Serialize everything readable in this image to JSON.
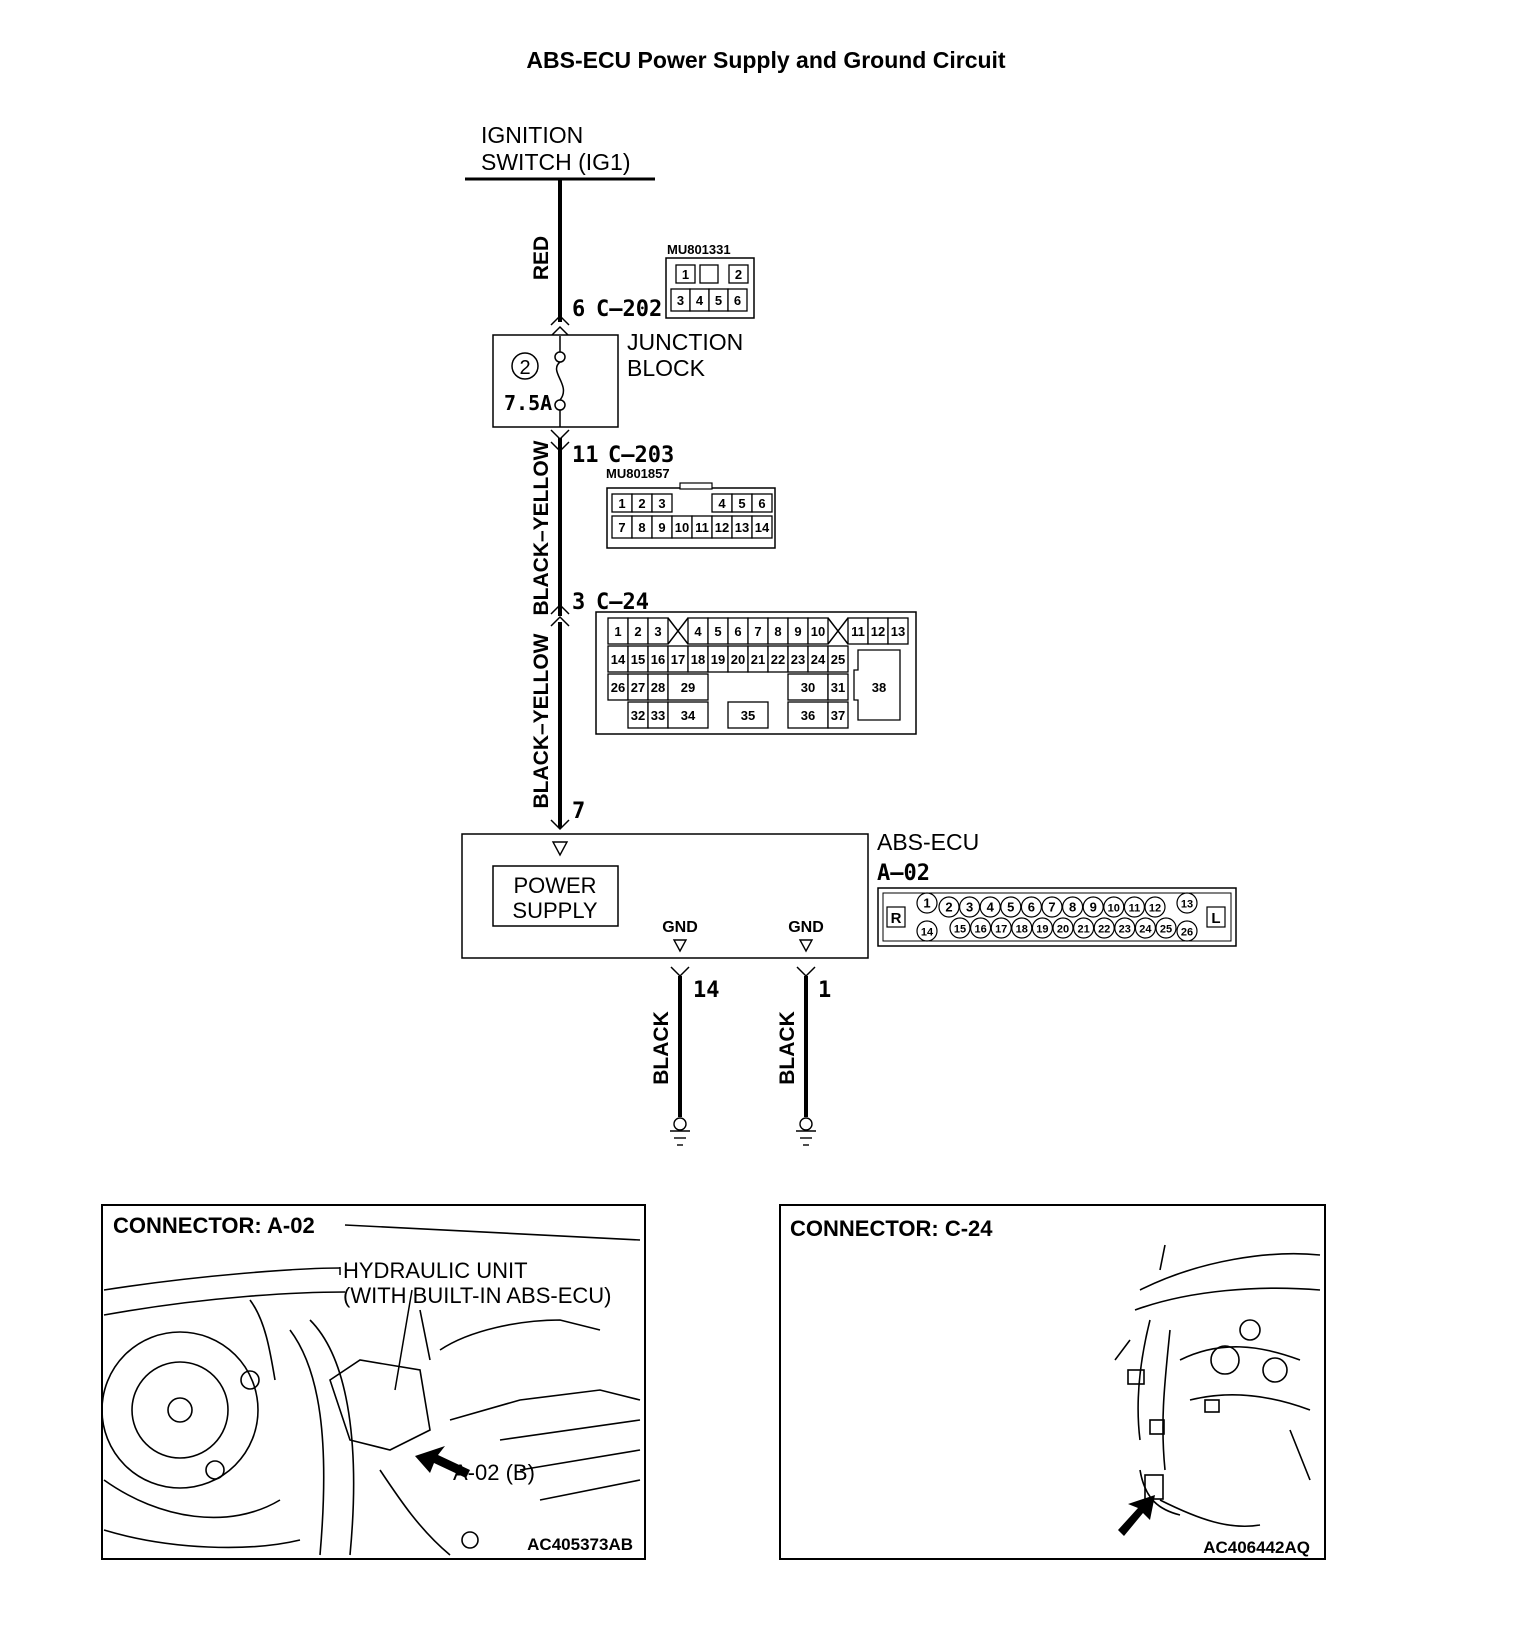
{
  "title": "ABS-ECU Power Supply and Ground Circuit",
  "source": {
    "line1": "IGNITION",
    "line2": "SWITCH (IG1)"
  },
  "wires": {
    "red": "RED",
    "black_yellow_upper": "BLACK–YELLOW",
    "black_yellow_lower": "BLACK–YELLOW",
    "black_left": "BLACK",
    "black_right": "BLACK"
  },
  "connectors": {
    "c202": {
      "pin": "6",
      "name": "C–202",
      "part": "MU801331",
      "top_row": [
        "1",
        "",
        "2"
      ],
      "bottom_row": [
        "3",
        "4",
        "5",
        "6"
      ]
    },
    "c203": {
      "pin": "11",
      "name": "C–203",
      "part": "MU801857",
      "top_row": [
        "1",
        "2",
        "3",
        "4",
        "5",
        "6"
      ],
      "bottom_row": [
        "7",
        "8",
        "9",
        "10",
        "11",
        "12",
        "13",
        "14"
      ]
    },
    "c24": {
      "pin": "3",
      "name": "C–24",
      "row1": [
        "1",
        "2",
        "3",
        "4",
        "5",
        "6",
        "7",
        "8",
        "9",
        "10",
        "11",
        "12",
        "13"
      ],
      "row2": [
        "14",
        "15",
        "16",
        "17",
        "18",
        "19",
        "20",
        "21",
        "22",
        "23",
        "24",
        "25"
      ],
      "row3": [
        "26",
        "27",
        "28",
        "29",
        "30",
        "31"
      ],
      "row4": [
        "32",
        "33",
        "34",
        "35",
        "36",
        "37"
      ],
      "big": "38"
    },
    "a02": {
      "pin": "7",
      "name": "A–02",
      "top_row": [
        "1",
        "2",
        "3",
        "4",
        "5",
        "6",
        "7",
        "8",
        "9",
        "10",
        "11",
        "12",
        "13"
      ],
      "bottom_row": [
        "14",
        "15",
        "16",
        "17",
        "18",
        "19",
        "20",
        "21",
        "22",
        "23",
        "24",
        "25",
        "26"
      ],
      "left_mark": "R",
      "right_mark": "L"
    }
  },
  "junction_block": {
    "line1": "JUNCTION",
    "line2": "BLOCK",
    "fuse_no": "2",
    "fuse_rating": "7.5A"
  },
  "ecu": {
    "label": "ABS-ECU",
    "power_supply_line1": "POWER",
    "power_supply_line2": "SUPPLY",
    "gnd_left": "GND",
    "gnd_right": "GND",
    "pin_gnd_left": "14",
    "pin_gnd_right": "1"
  },
  "panels": {
    "left": {
      "title": "CONNECTOR: A-02",
      "callout1_line1": "HYDRAULIC UNIT",
      "callout1_line2": "(WITH BUILT-IN ABS-ECU)",
      "callout2": "A-02 (B)",
      "code": "AC405373AB"
    },
    "right": {
      "title": "CONNECTOR: C-24",
      "code": "AC406442AQ"
    }
  }
}
